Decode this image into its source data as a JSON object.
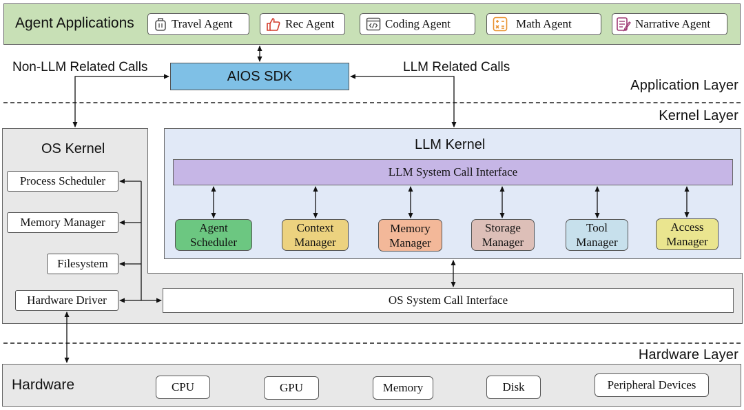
{
  "agent_applications": {
    "title": "Agent Applications",
    "agents": [
      {
        "label": "Travel Agent",
        "icon": "luggage-icon"
      },
      {
        "label": "Rec Agent",
        "icon": "thumbs-up-icon"
      },
      {
        "label": "Coding Agent",
        "icon": "code-window-icon"
      },
      {
        "label": "Math Agent",
        "icon": "calculator-icon"
      },
      {
        "label": "Narrative Agent",
        "icon": "document-pen-icon"
      }
    ]
  },
  "sdk": {
    "label": "AIOS SDK"
  },
  "calls": {
    "non_llm": "Non-LLM Related Calls",
    "llm": "LLM Related Calls"
  },
  "layers": {
    "application": "Application Layer",
    "kernel": "Kernel Layer",
    "hardware": "Hardware Layer"
  },
  "os_kernel": {
    "title": "OS Kernel",
    "items": [
      "Process Scheduler",
      "Memory Manager",
      "Filesystem",
      "Hardware Driver"
    ]
  },
  "llm_kernel": {
    "title": "LLM Kernel",
    "interface": "LLM System Call Interface",
    "modules": [
      {
        "line1": "Agent",
        "line2": "Scheduler",
        "color": "#6cc781"
      },
      {
        "line1": "Context",
        "line2": "Manager",
        "color": "#ecd27f"
      },
      {
        "line1": "Memory",
        "line2": "Manager",
        "color": "#f3b899"
      },
      {
        "line1": "Storage",
        "line2": "Manager",
        "color": "#ddbfb8"
      },
      {
        "line1": "Tool",
        "line2": "Manager",
        "color": "#c7e0ec"
      },
      {
        "line1": "Access",
        "line2": "Manager",
        "color": "#eae58f"
      }
    ]
  },
  "os_syscall": {
    "label": "OS System Call Interface"
  },
  "hardware": {
    "title": "Hardware",
    "items": [
      "CPU",
      "GPU",
      "Memory",
      "Disk",
      "Peripheral Devices"
    ]
  },
  "colors": {
    "app_band": "#c8e0b6",
    "sdk": "#7fc0e6",
    "kernel_gray": "#e8e8e8",
    "llm_kernel_bg": "#e1e9f7",
    "interface": "#c6b6e6",
    "hardware_gray": "#e8e8e8"
  }
}
